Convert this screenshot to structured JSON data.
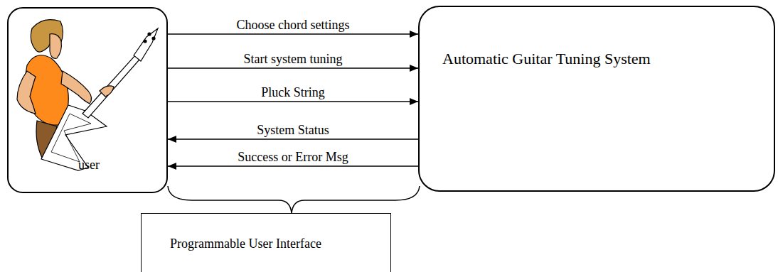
{
  "diagram": {
    "nodes": [
      {
        "text": [
          "user"
        ]
      },
      {
        "text": [
          "Automatic Guitar Tuning System"
        ]
      },
      {
        "text": [
          "Programmable User Interface"
        ]
      }
    ],
    "edges": [
      {
        "from": 0,
        "to": 1,
        "arrow": "to",
        "label": "Choose chord settings"
      },
      {
        "from": 0,
        "to": 1,
        "arrow": "to",
        "label": "Start system tuning"
      },
      {
        "from": 0,
        "to": 1,
        "arrow": "to",
        "label": "Pluck String"
      },
      {
        "from": 1,
        "to": 0,
        "arrow": "to",
        "label": "System Status"
      },
      {
        "from": 1,
        "to": 0,
        "arrow": "to",
        "label": "Success or Error Msg"
      }
    ]
  }
}
